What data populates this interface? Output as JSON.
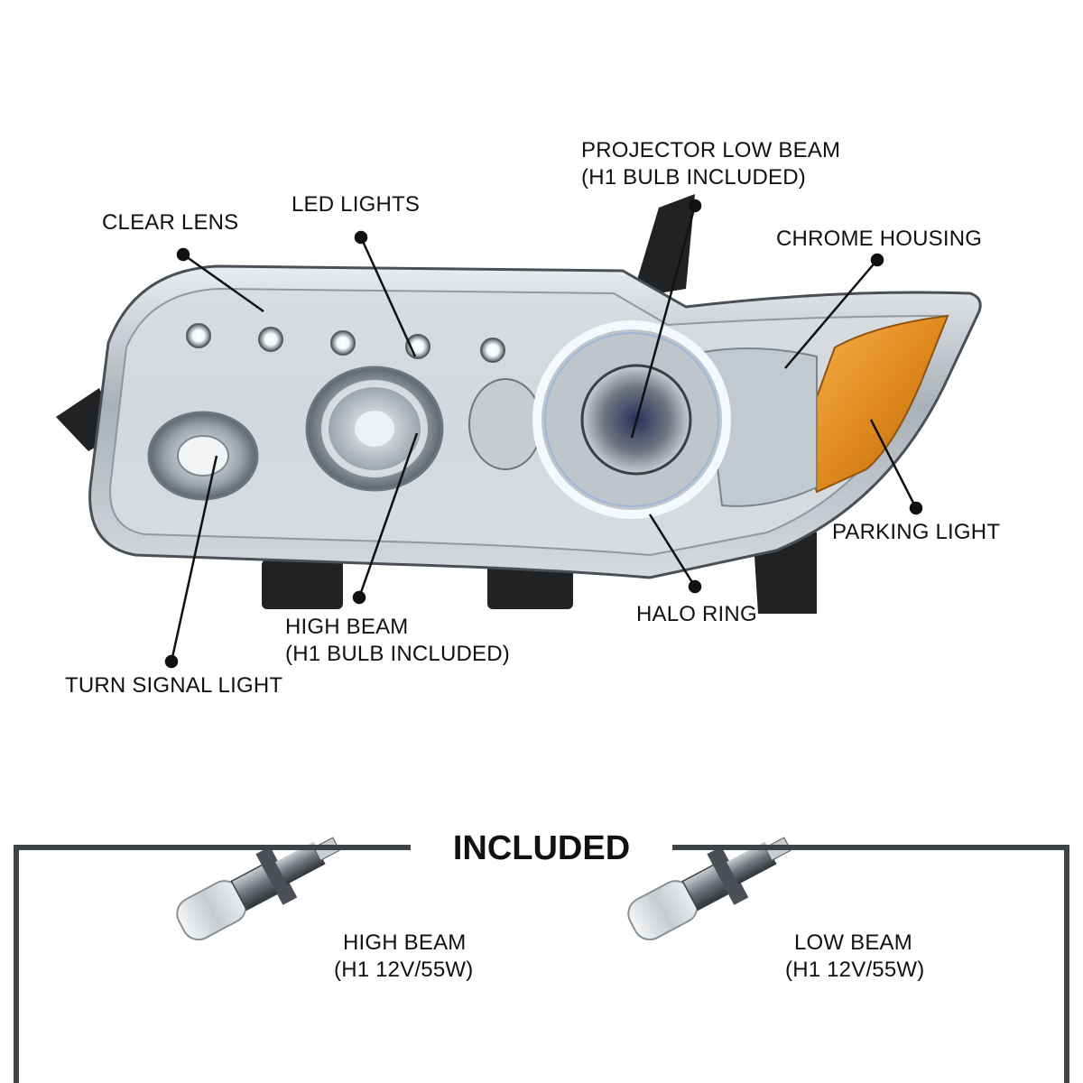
{
  "callouts": {
    "clear_lens": "CLEAR LENS",
    "led_lights": "LED LIGHTS",
    "projector_low_beam_1": "PROJECTOR LOW BEAM",
    "projector_low_beam_2": "(H1 BULB INCLUDED)",
    "chrome_housing": "CHROME HOUSING",
    "parking_light": "PARKING LIGHT",
    "halo_ring": "HALO RING",
    "high_beam_1": "HIGH BEAM",
    "high_beam_2": "(H1 BULB INCLUDED)",
    "turn_signal_light": "TURN SIGNAL LIGHT"
  },
  "included": {
    "title": "INCLUDED",
    "items": [
      {
        "name": "HIGH BEAM",
        "spec": "(H1 12V/55W)"
      },
      {
        "name": "LOW BEAM",
        "spec": "(H1 12V/55W)"
      }
    ]
  },
  "colors": {
    "amber": "#e08a1e",
    "chrome": "#b9c0c6",
    "frame": "#3f4346"
  }
}
